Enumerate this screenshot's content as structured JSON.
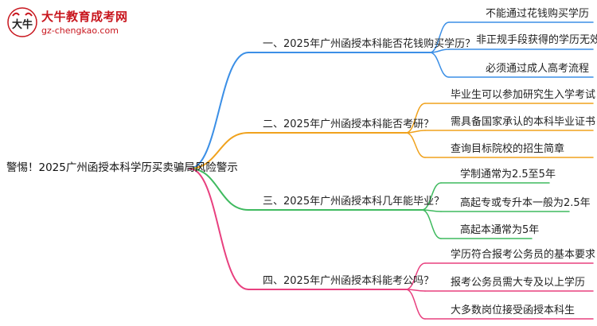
{
  "logo": {
    "title": "大牛教育成考网",
    "url": "gz-chengkao.com",
    "mark_text": "大牛"
  },
  "colors": {
    "blue": "#3b8fe6",
    "orange": "#f0a21d",
    "green": "#3fba5f",
    "pink": "#e8407f",
    "brand_red": "#c8161e"
  },
  "root": {
    "label": "警惕！2025广州函授本科学历买卖骗局风险警示"
  },
  "branches": [
    {
      "label": "一、2025年广州函授本科能否花钱购买学历？",
      "color": "blue",
      "leaves": [
        "不能通过花钱购买学历",
        "非正规手段获得的学历无效",
        "必须通过成人高考流程"
      ]
    },
    {
      "label": "二、2025年广州函授本科能否考研？",
      "color": "orange",
      "leaves": [
        "毕业生可以参加研究生入学考试",
        "需具备国家承认的本科毕业证书",
        "查询目标院校的招生简章"
      ]
    },
    {
      "label": "三、2025年广州函授本科几年能毕业？",
      "color": "green",
      "leaves": [
        "学制通常为2.5至5年",
        "高起专或专升本一般为2.5年",
        "高起本通常为5年"
      ]
    },
    {
      "label": "四、2025年广州函授本科能考公吗？",
      "color": "pink",
      "leaves": [
        "学历符合报考公务员的基本要求",
        "报考公务员需大专及以上学历",
        "大多数岗位接受函授本科生"
      ]
    }
  ]
}
